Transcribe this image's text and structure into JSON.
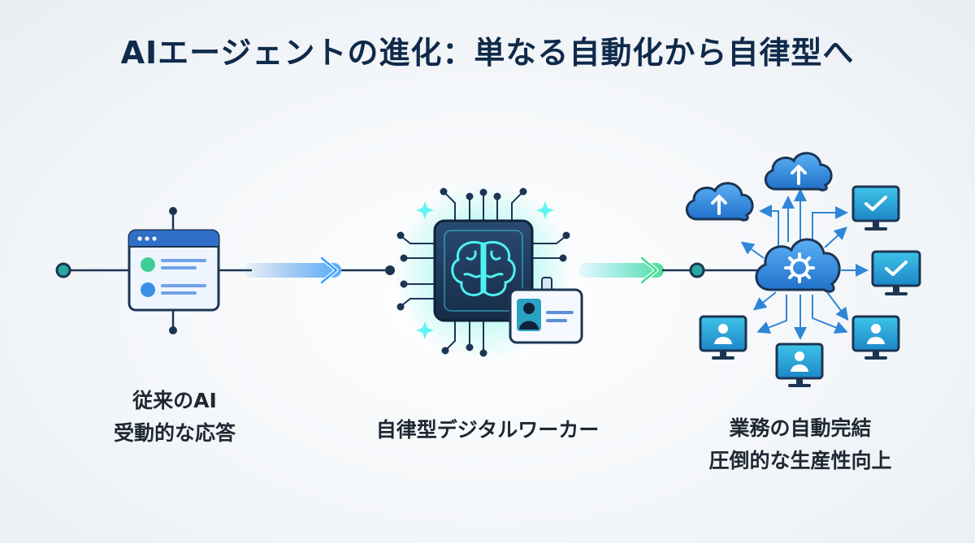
{
  "title": "AIエージェントの進化：単なる自動化から自律型へ",
  "stages": [
    {
      "name": "traditional-ai",
      "lines": [
        "従来のAI",
        "受動的な応答"
      ]
    },
    {
      "name": "autonomous-digital-worker",
      "lines": [
        "自律型デジタルワーカー"
      ]
    },
    {
      "name": "business-automation",
      "lines": [
        "業務の自動完結",
        "圧倒的な生産性向上"
      ]
    }
  ],
  "icons": {
    "stage1": "chat-window-icon",
    "stage2": "brain-chip-icon",
    "stage2_badge": "id-card-icon",
    "stage3_hub": "cloud-gear-icon",
    "stage3_nodes": [
      "cloud-upload-icon",
      "cloud-upload-icon",
      "monitor-check-icon",
      "monitor-check-icon",
      "monitor-user-icon",
      "monitor-user-icon",
      "monitor-user-icon"
    ]
  },
  "colors": {
    "title": "#0f2a4a",
    "navy": "#1c3553",
    "blue": "#2e7fd6",
    "cyan": "#35d3e8",
    "green": "#3cdc8e",
    "teal": "#2aa8a0"
  }
}
